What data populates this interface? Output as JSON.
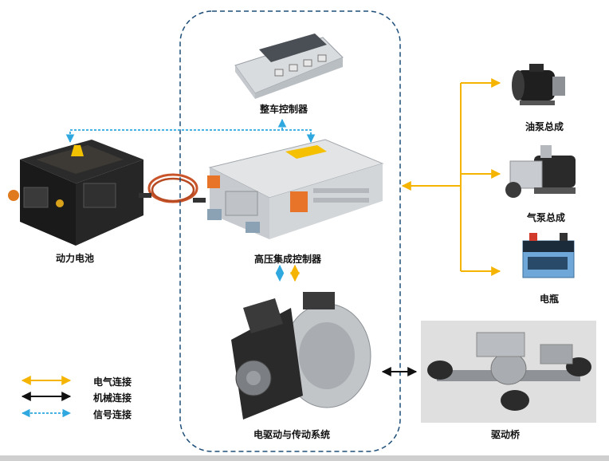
{
  "components": {
    "vcu": "整车控制器",
    "battery": "动力电池",
    "hv_controller": "高压集成控制器",
    "oil_pump": "油泵总成",
    "air_pump": "气泵总成",
    "bottle": "电瓶",
    "edrive": "电驱动与传动系统",
    "axle": "驱动桥"
  },
  "legend": {
    "electrical": "电气连接",
    "mechanical": "机械连接",
    "signal": "信号连接"
  },
  "colors": {
    "electrical": "#f4b400",
    "mechanical": "#111111",
    "signal": "#2fa8e0",
    "boundary": "#1f4e79"
  }
}
